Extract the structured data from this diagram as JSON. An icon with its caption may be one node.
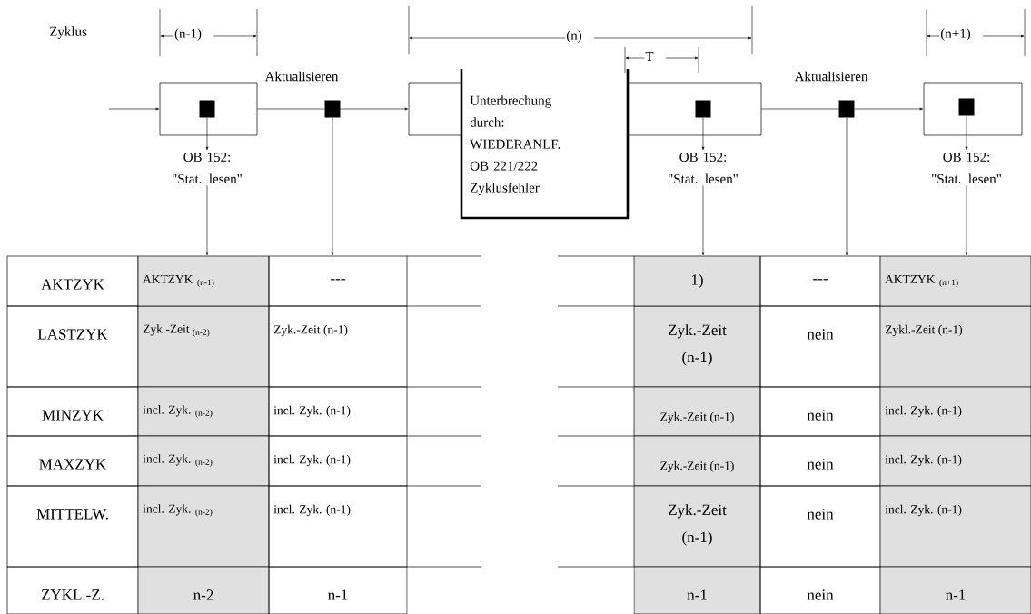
{
  "diagram": {
    "nodes": [
      {
        "text": [],
        "shape": "box"
      },
      {
        "text": [],
        "shape": "box",
        "in": 0
      },
      {
        "text": [
          "OB 152: \"Stat. lesen\""
        ]
      },
      {
        "text": [],
        "shape": "box",
        "beside": [
          "Aktualisieren"
        ]
      },
      {
        "text": [],
        "shape": "box"
      },
      {
        "text": [
          "Unterbrechung durch: WIEDERANLF. OB 221/222 Zyklusfehler"
        ]
      },
      {
        "text": [],
        "shape": "box"
      },
      {
        "text": [],
        "shape": "box",
        "in": 6
      },
      {
        "text": [
          "OB 152: \"Stat. lesen\""
        ]
      },
      {
        "text": [],
        "shape": "box",
        "beside": [
          "Aktualisieren"
        ]
      },
      {
        "text": [],
        "shape": "box"
      },
      {
        "text": [],
        "shape": "box",
        "in": 10
      },
      {
        "text": [
          "OB 152: \"Stat. lesen\""
        ]
      },
      {
        "text": [
          "AKTZYK $_{(n-1)}$"
        ]
      },
      {
        "text": [
          "---"
        ]
      },
      {
        "text": [
          "1)"
        ]
      },
      {
        "text": [
          "---"
        ]
      },
      {
        "text": [
          "AKTZYK $_{(n+1)}$"
        ]
      }
    ],
    "edges": [
      {
        "from": null,
        "to": 0,
        "arrow": "to"
      },
      {
        "from": 0,
        "to": 3,
        "arrow": "none"
      },
      {
        "from": 3,
        "to": 4,
        "arrow": "to"
      },
      {
        "from": 1,
        "to": 2,
        "arrow": "to"
      },
      {
        "from": 2,
        "to": 13,
        "arrow": "to"
      },
      {
        "from": 3,
        "to": 14,
        "arrow": "to"
      },
      {
        "from": 7,
        "to": 8,
        "arrow": "to"
      },
      {
        "from": 8,
        "to": 15,
        "arrow": "to"
      },
      {
        "from": 6,
        "to": 9,
        "arrow": "none"
      },
      {
        "from": 9,
        "to": 10,
        "arrow": "to"
      },
      {
        "from": 9,
        "to": 16,
        "arrow": "to"
      },
      {
        "from": 11,
        "to": 12,
        "arrow": "to"
      },
      {
        "from": 12,
        "to": 17,
        "arrow": "to"
      }
    ],
    "labels": [
      "Zyklus",
      "(n-1)",
      "(n)",
      "T",
      "(n+1)",
      "AKTZYK",
      "LASTZYK",
      "Zyk.-Zeit $_{(n-2)}$",
      "Zyk.-Zeit (n-1)",
      "Zyk.-Zeit (n-1)",
      "nein",
      "Zykl.-Zeit (n-1)",
      "MINZYK",
      "incl. Zyk. $_{(n-2)}$",
      "incl. Zyk. (n-1)",
      "Zyk.-Zeit (n-1)",
      "nein",
      "incl. Zyk. (n-1)",
      "MAXZYK",
      "incl. Zyk. $_{(n-2)}$",
      "incl. Zyk. (n-1)",
      "Zyk.-Zeit (n-1)",
      "nein",
      "incl. Zyk. (n-1)",
      "MITTELW.",
      "incl. Zyk. $_{(n-2)}$",
      "incl. Zyk. (n-1)",
      "Zyk.-Zeit (n-1)",
      "nein",
      "incl. Zyk. (n-1)",
      "ZYKL.-Z.",
      "n-2",
      "n-1",
      "n-1",
      "nein",
      "n-1"
    ]
  }
}
